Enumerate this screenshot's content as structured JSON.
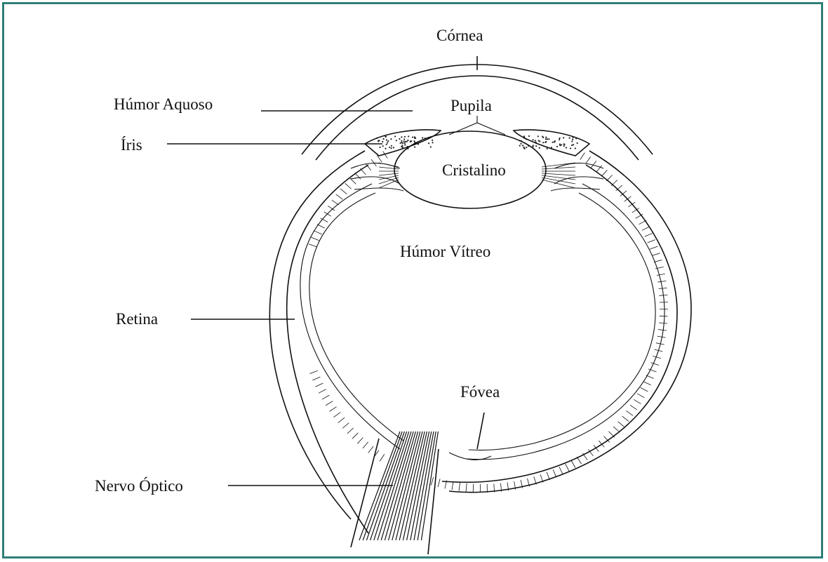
{
  "labels": {
    "cornea": "Córnea",
    "humor_aquoso": "Húmor Aquoso",
    "pupila": "Pupila",
    "iris": "Íris",
    "cristalino": "Cristalino",
    "humor_vitreo": "Húmor Vítreo",
    "retina": "Retina",
    "fovea": "Fóvea",
    "nervo_optico": "Nervo Óptico"
  },
  "colors": {
    "frame_border": "#2f7f78",
    "ink": "#111111",
    "background": "#ffffff"
  }
}
